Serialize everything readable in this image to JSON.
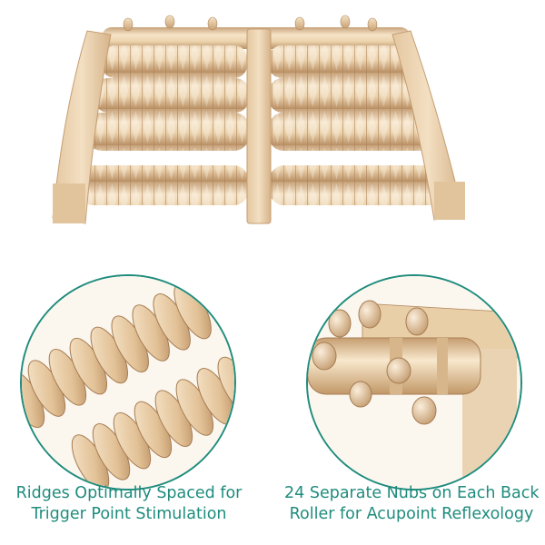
{
  "colors": {
    "accent": "#1f8c7d",
    "wood_light": "#efd6b2",
    "wood_mid": "#deb88a",
    "wood_dark": "#c49a6c",
    "background": "#ffffff"
  },
  "product": {
    "subject": "wooden foot massage roller",
    "rollers_per_side": 4
  },
  "details": [
    {
      "subject": "close-up of ridged rollers",
      "caption_lines": [
        "Ridges Optimally Spaced for",
        "Trigger Point Stimulation"
      ]
    },
    {
      "subject": "close-up of nubbed back roller",
      "caption_lines": [
        "24 Separate Nubs on Each Back",
        "Roller for Acupoint Reflexology"
      ]
    }
  ]
}
